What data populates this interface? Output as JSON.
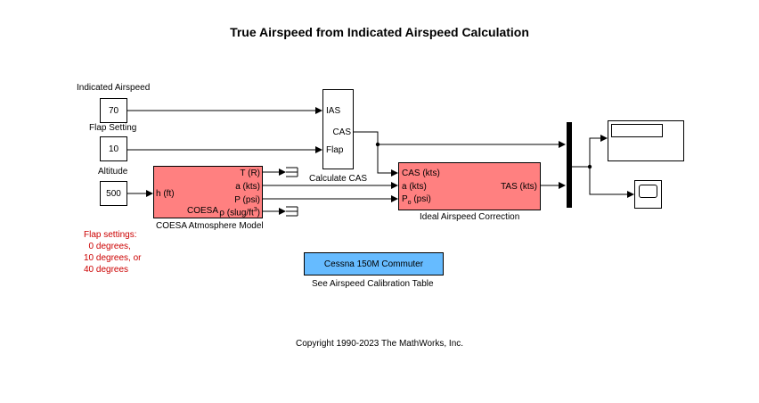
{
  "title": "True Airspeed from Indicated Airspeed Calculation",
  "inputs": {
    "ias": {
      "label": "Indicated Airspeed",
      "value": "70"
    },
    "flap": {
      "label": "Flap Setting",
      "value": "10"
    },
    "altitude": {
      "label": "Altitude",
      "value": "500"
    }
  },
  "coesa": {
    "name": "COESA Atmosphere Model",
    "icon_label": "COESA",
    "in_port": "h (ft)",
    "out_ports": {
      "t": "T (R)",
      "a": "a (kts)",
      "p": "P (psi)",
      "rho": "ρ (slug/ft",
      "rho_exp": "3",
      "rho_close": ")"
    }
  },
  "calc_cas": {
    "name": "Calculate CAS",
    "in_ports": {
      "ias": "IAS",
      "flap": "Flap"
    },
    "out_port": "CAS"
  },
  "ideal": {
    "name": "Ideal Airspeed Correction",
    "in_ports": {
      "cas": "CAS (kts)",
      "a": "a (kts)",
      "p_main": "P",
      "p_sub": "o",
      "p_unit": " (psi)"
    },
    "out_port": "TAS (kts)"
  },
  "flap_note": [
    "Flap settings:",
    "  0 degrees,",
    "10 degrees, or",
    "40 degrees"
  ],
  "cessna": {
    "label": "Cessna 150M Commuter",
    "caption": "See Airspeed Calibration Table"
  },
  "copyright": "Copyright 1990-2023 The MathWorks, Inc.",
  "colors": {
    "block_red": "#ff8080",
    "cessna_blue": "#66bbff",
    "note_red": "#cc0000"
  }
}
